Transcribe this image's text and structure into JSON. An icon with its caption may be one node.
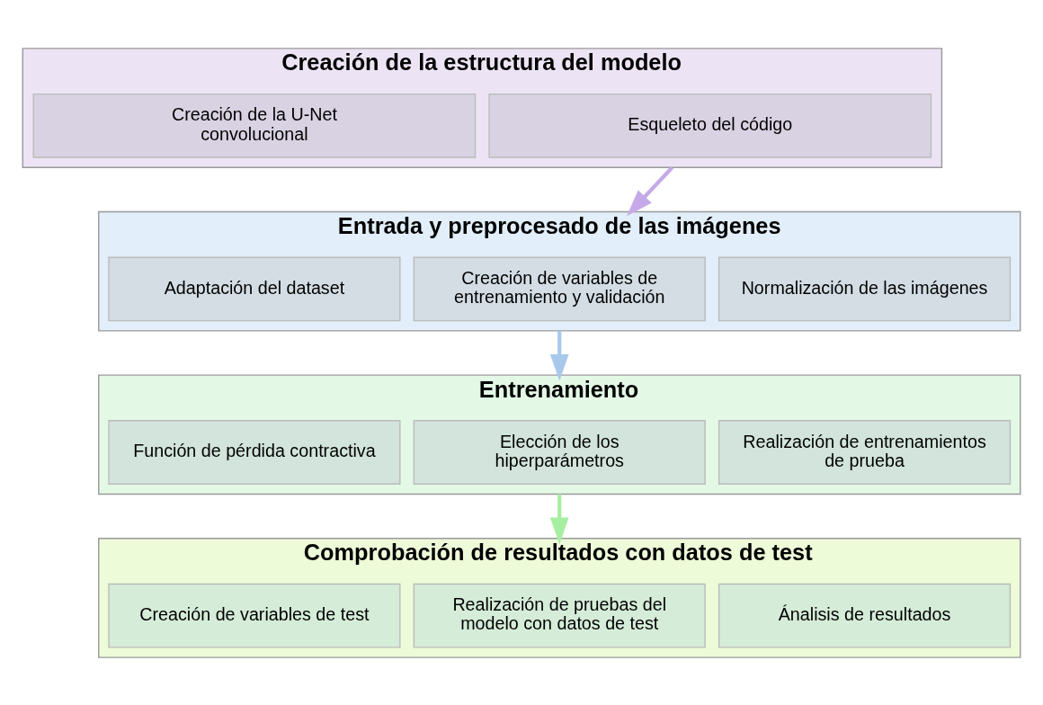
{
  "diagram": {
    "nodes": [
      {
        "text": [
          "Creación de la estructura del modelo"
        ]
      },
      {
        "text": [
          "Creación de la U-Net convolucional"
        ],
        "in": 0
      },
      {
        "text": [
          "Esqueleto del código"
        ],
        "in": 0
      },
      {
        "text": [
          "Entrada y preprocesado de las imágenes"
        ]
      },
      {
        "text": [
          "Adaptación del dataset"
        ],
        "in": 3
      },
      {
        "text": [
          "Creación de variables de entrenamiento y validación"
        ],
        "in": 3
      },
      {
        "text": [
          "Normalización de las imágenes"
        ],
        "in": 3
      },
      {
        "text": [
          "Entrenamiento"
        ]
      },
      {
        "text": [
          "Función de pérdida contractiva"
        ],
        "in": 7
      },
      {
        "text": [
          "Elección de los hiperparámetros"
        ],
        "in": 7
      },
      {
        "text": [
          "Realización de entrenamientos de prueba"
        ],
        "in": 7
      },
      {
        "text": [
          "Comprobación de resultados con datos de test"
        ]
      },
      {
        "text": [
          "Creación de variables de test"
        ],
        "in": 11
      },
      {
        "text": [
          "Realización de pruebas del modelo con datos de test"
        ],
        "in": 11
      },
      {
        "text": [
          "Ánalisis de resultados"
        ],
        "in": 11
      }
    ],
    "edges": [
      {
        "from": 0,
        "to": 3,
        "arrow": "to",
        "color": "#c6a9e8"
      },
      {
        "from": 3,
        "to": 7,
        "arrow": "to",
        "color": "#a8c8ec"
      },
      {
        "from": 7,
        "to": 11,
        "arrow": "to",
        "color": "#a6eea0"
      }
    ]
  }
}
